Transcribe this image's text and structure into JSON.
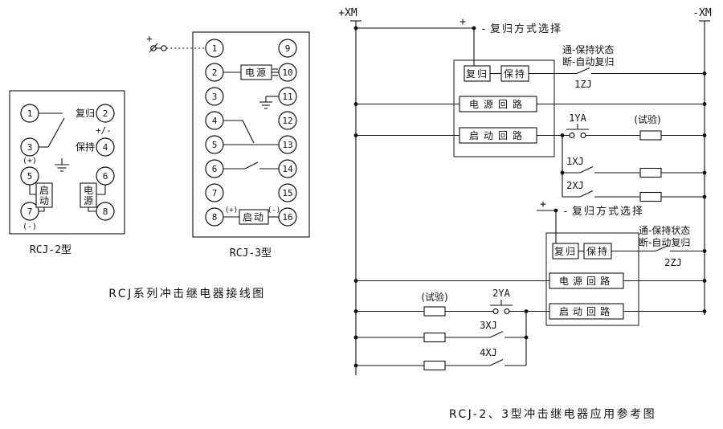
{
  "colors": {
    "ink": "#111111",
    "background": "#ffffff"
  },
  "captions": {
    "wiring": "RCJ系列冲击继电器接线图",
    "application": "RCJ-2、3型冲击继电器应用参考图"
  },
  "rcj2": {
    "title": "RCJ-2型",
    "terminals": [
      "1",
      "2",
      "3",
      "4",
      "5",
      "6",
      "7",
      "8"
    ],
    "labels": {
      "reset": "复归",
      "hold": "保持",
      "polarity": "+/-",
      "plus": "(+)",
      "minus": "(-)",
      "start_v": [
        "启",
        "动"
      ],
      "power_v": [
        "电",
        "源"
      ]
    }
  },
  "rcj3": {
    "title": "RCJ-3型",
    "terminals": [
      "1",
      "2",
      "3",
      "4",
      "5",
      "6",
      "7",
      "8",
      "9",
      "10",
      "11",
      "12",
      "13",
      "14",
      "15",
      "16"
    ],
    "labels": {
      "power": "电源",
      "start": "启动",
      "plus": "(+)",
      "minus": "(-)",
      "supply_plus": "+"
    }
  },
  "app": {
    "bus_left": "+XM",
    "bus_right": "-XM",
    "plus": "+",
    "minus": "-",
    "mode_select": "复归方式选择",
    "note_line1": "通-保持状态",
    "note_line2": "断-自动复归",
    "test": "(试验)",
    "unit1": {
      "reset": "复归",
      "hold": "保持",
      "power": "电源回路",
      "start": "启动回路",
      "zj": "1ZJ",
      "ya": "1YA",
      "xj1": "1XJ",
      "xj2": "2XJ"
    },
    "unit2": {
      "reset": "复归",
      "hold": "保持",
      "power": "电源回路",
      "start": "启动回路",
      "zj": "2ZJ",
      "ya": "2YA",
      "xj1": "3XJ",
      "xj2": "4XJ"
    }
  }
}
